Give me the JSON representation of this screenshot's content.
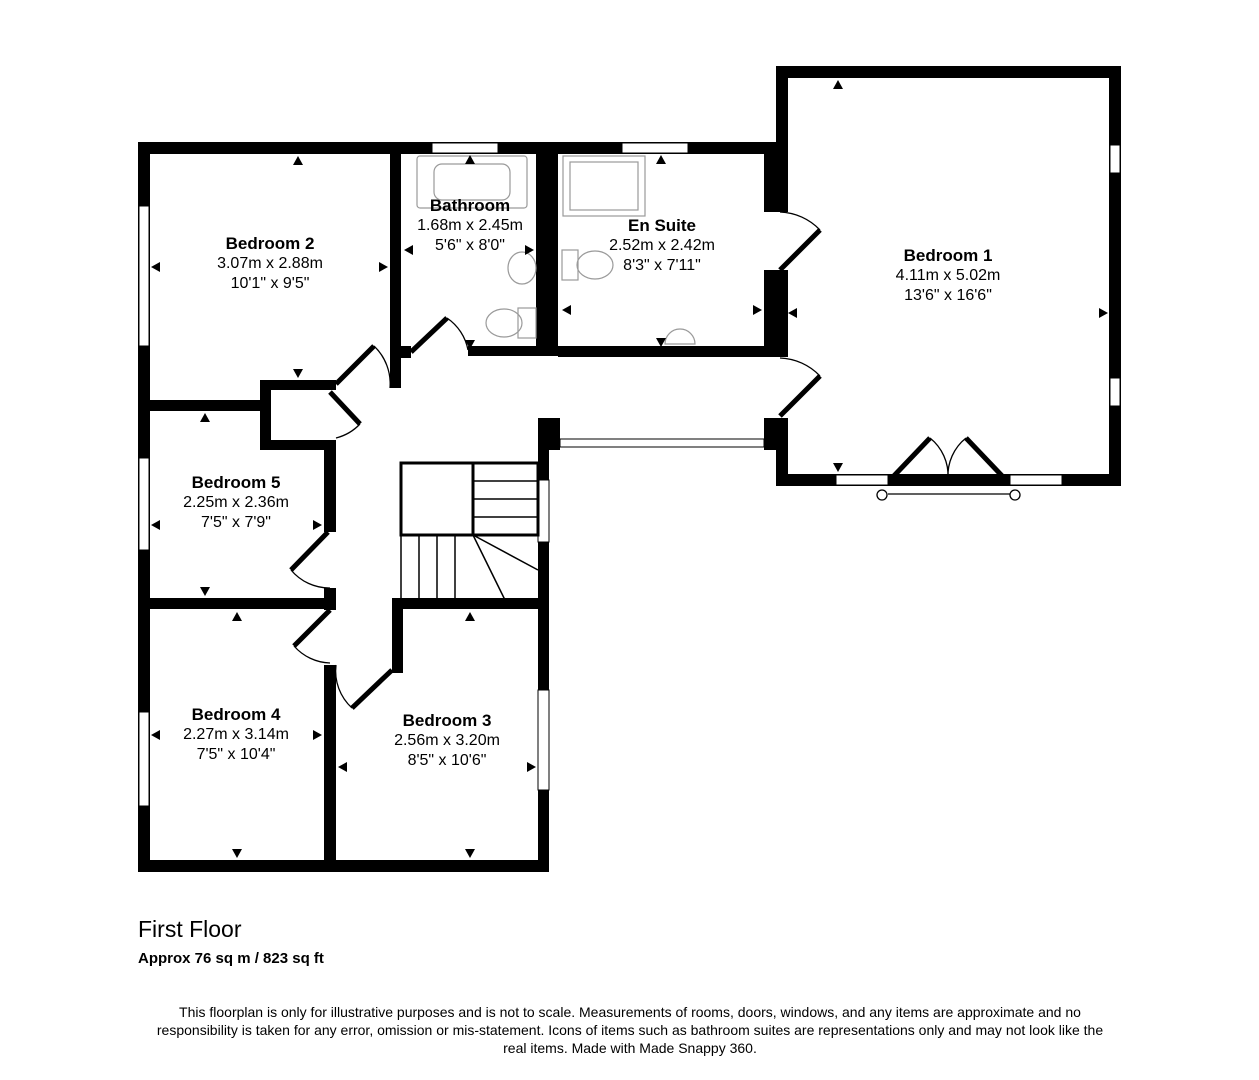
{
  "floor": {
    "title": "First Floor",
    "area": "Approx 76 sq m / 823 sq ft"
  },
  "rooms": [
    {
      "name": "Bedroom 1",
      "metric": "4.11m x 5.02m",
      "imperial": "13'6\" x 16'6\""
    },
    {
      "name": "Bedroom 2",
      "metric": "3.07m x 2.88m",
      "imperial": "10'1\" x 9'5\""
    },
    {
      "name": "Bathroom",
      "metric": "1.68m x 2.45m",
      "imperial": "5'6\" x 8'0\""
    },
    {
      "name": "En Suite",
      "metric": "2.52m x 2.42m",
      "imperial": "8'3\" x 7'11\""
    },
    {
      "name": "Bedroom 5",
      "metric": "2.25m x 2.36m",
      "imperial": "7'5\" x 7'9\""
    },
    {
      "name": "Bedroom 4",
      "metric": "2.27m x 3.14m",
      "imperial": "7'5\" x 10'4\""
    },
    {
      "name": "Bedroom 3",
      "metric": "2.56m x 3.20m",
      "imperial": "8'5\" x 10'6\""
    }
  ],
  "disclaimer": "This floorplan is only for illustrative purposes and is not to scale. Measurements of rooms, doors, windows, and any items are approximate and no responsibility is taken for any error, omission or mis-statement. Icons of items such as bathroom suites are representations only and may not look like the real items. Made with Made Snappy 360.",
  "colors": {
    "wall": "#000000",
    "fixture": "#9a9a9a",
    "background": "#ffffff"
  }
}
